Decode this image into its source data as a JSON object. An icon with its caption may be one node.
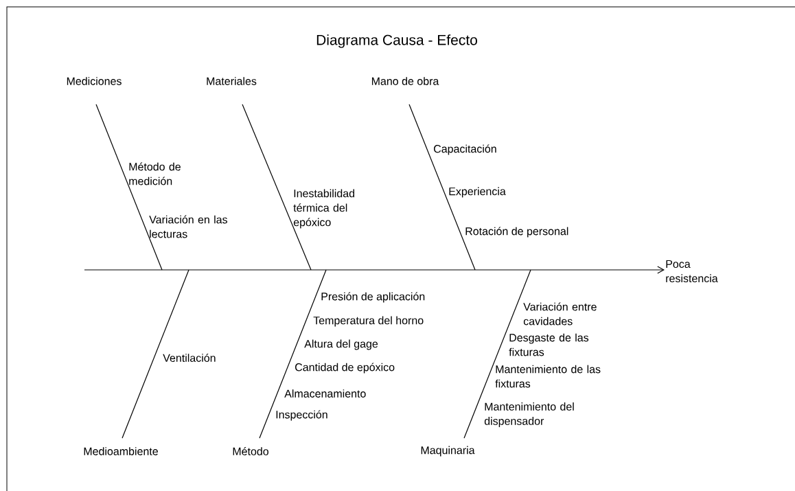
{
  "diagram": {
    "title": "Diagrama Causa - Efecto",
    "nodes": [
      {
        "text": [
          "Mediciones"
        ]
      },
      {
        "text": [
          "Materiales"
        ]
      },
      {
        "text": [
          "Mano de obra"
        ]
      },
      {
        "text": [
          "Medioambiente"
        ]
      },
      {
        "text": [
          "Método"
        ]
      },
      {
        "text": [
          "Maquinaria"
        ]
      },
      {
        "text": [
          "Poca resistencia"
        ]
      }
    ],
    "edges": [
      {
        "from": null,
        "to": 6,
        "arrow": "to"
      },
      {
        "from": 0,
        "to": null,
        "arrow": "none"
      },
      {
        "from": 1,
        "to": null,
        "arrow": "none"
      },
      {
        "from": 2,
        "to": null,
        "arrow": "none"
      },
      {
        "from": 3,
        "to": null,
        "arrow": "none"
      },
      {
        "from": 4,
        "to": null,
        "arrow": "none"
      },
      {
        "from": 5,
        "to": null,
        "arrow": "none"
      }
    ],
    "labels": [
      "Método de medición",
      "Variación en las lecturas",
      "Inestabilidad térmica del epóxico",
      "Capacitación",
      "Experiencia",
      "Rotación de personal",
      "Presión de aplicación",
      "Temperatura del horno",
      "Altura del gage",
      "Cantidad de epóxico",
      "Almacenamiento",
      "Inspección",
      "Ventilación",
      "Variación entre cavidades",
      "Desgaste de las fixturas",
      "Mantenimiento de las fixturas",
      "Mantenimiento del dispensador"
    ]
  }
}
